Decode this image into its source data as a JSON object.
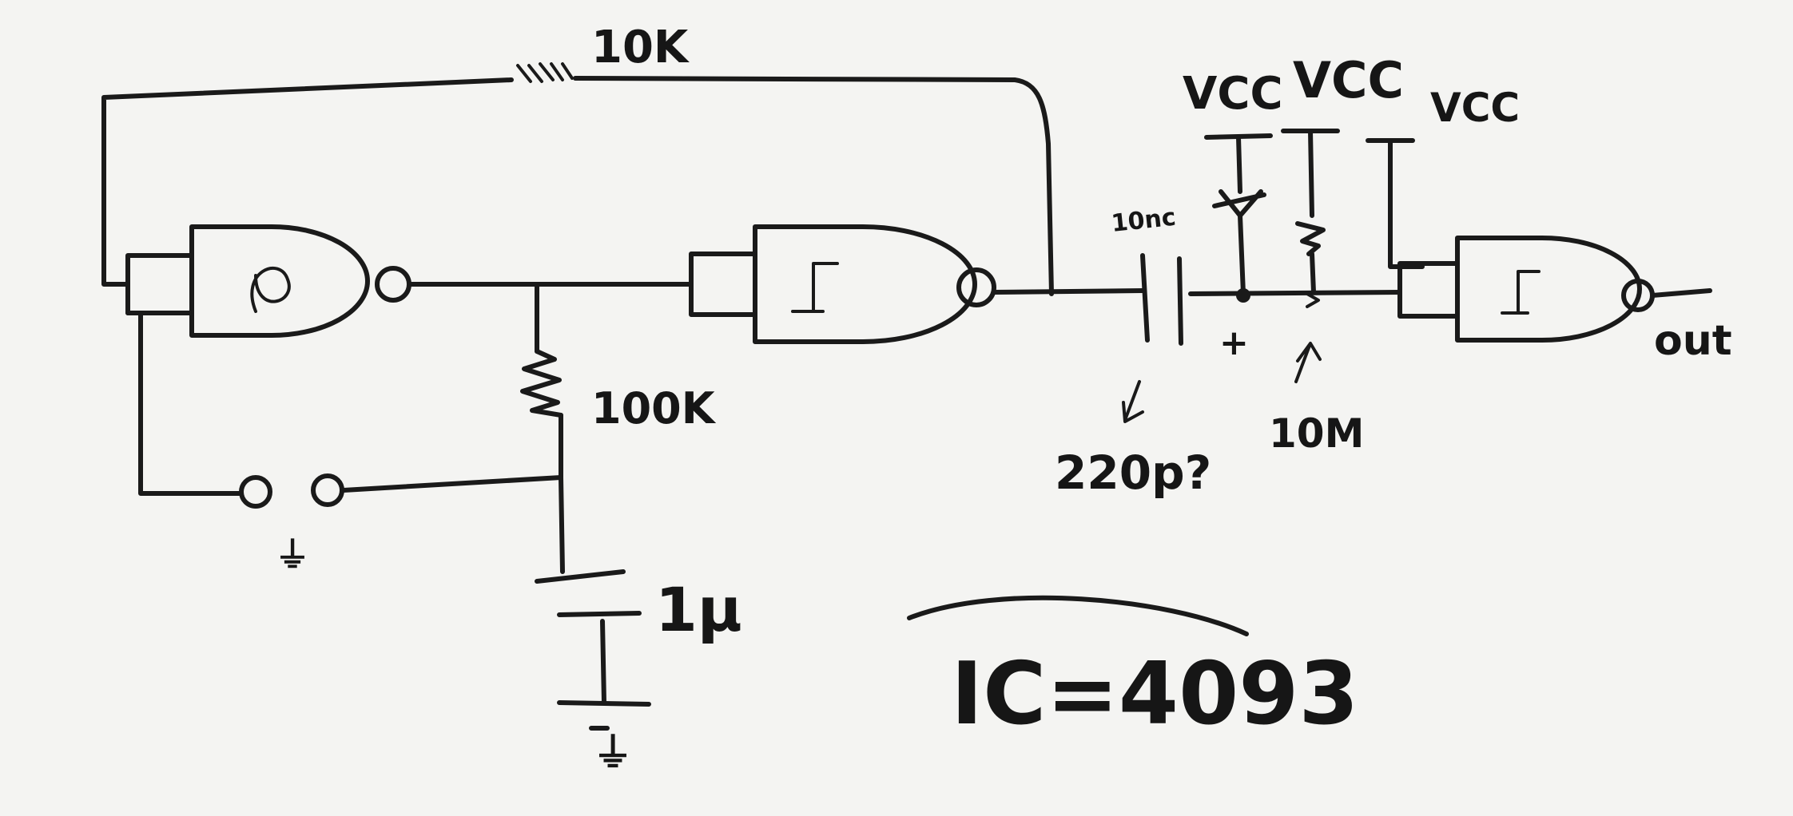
{
  "labels": {
    "feedback_resistor": "10K",
    "bias_resistor": "100K",
    "timing_capacitor": "1µ",
    "coupling_capacitor": "220p?",
    "small_cap_mark": "10nc",
    "input_resistor": "10M",
    "vcc_1": "VCC",
    "vcc_2": "VCC",
    "vcc_3": "VCC",
    "output": "out",
    "ic_note": "IC=4093",
    "polarity": "+",
    "switch_ground": "⏚",
    "ground": "⏚"
  },
  "colors": {
    "paper": "#f4f4f2",
    "ink": "#1a1a1a"
  },
  "icons": {
    "gate": "schmitt-trigger-nand-icon",
    "capacitor": "capacitor-icon",
    "resistor": "resistor-icon",
    "switch": "push-switch-icon",
    "ground": "ground-icon"
  }
}
